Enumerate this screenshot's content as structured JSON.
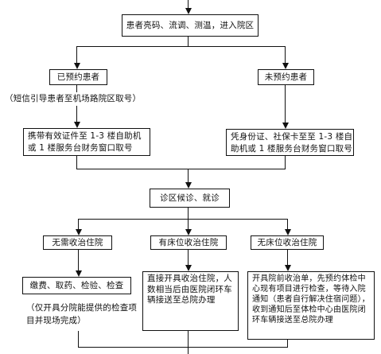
{
  "flowchart": {
    "step_entry": "患者亮码、流调、测温，进入院区",
    "branch_appointed": "已预约患者",
    "branch_not_appointed": "未预约患者",
    "note_sms": "（短信引导患者至机场路院区取号）",
    "appointed_action": [
      "携带有效证件至 1-3 楼自助机",
      "或 1 楼服务台财务窗口取号"
    ],
    "not_appointed_action": [
      "凭身份证、社保卡至至 1-3 楼自",
      "助机或 1 楼服务台财务窗口取号"
    ],
    "step_consult": "诊区候诊、就诊",
    "outcome_no_admission": "无需收治住院",
    "outcome_bed_available": "有床位收治住院",
    "outcome_no_bed": "无床位收治住院",
    "no_admission_action": "缴费、取药、检验、检查",
    "note_branch_exam": [
      "（仅开具分院能提供的检查项",
      "目并现场完成）"
    ],
    "bed_available_action": "直接开具收治住院，人数相当后由医院闭环车辆接送至总院办理",
    "no_bed_action": "开具院前收治单，先预约体检中心现有项目进行检查，等待入院通知（患者自行解决住宿问题），收到通知后至体检中心由医院闭环车辆接送至总院办理"
  }
}
